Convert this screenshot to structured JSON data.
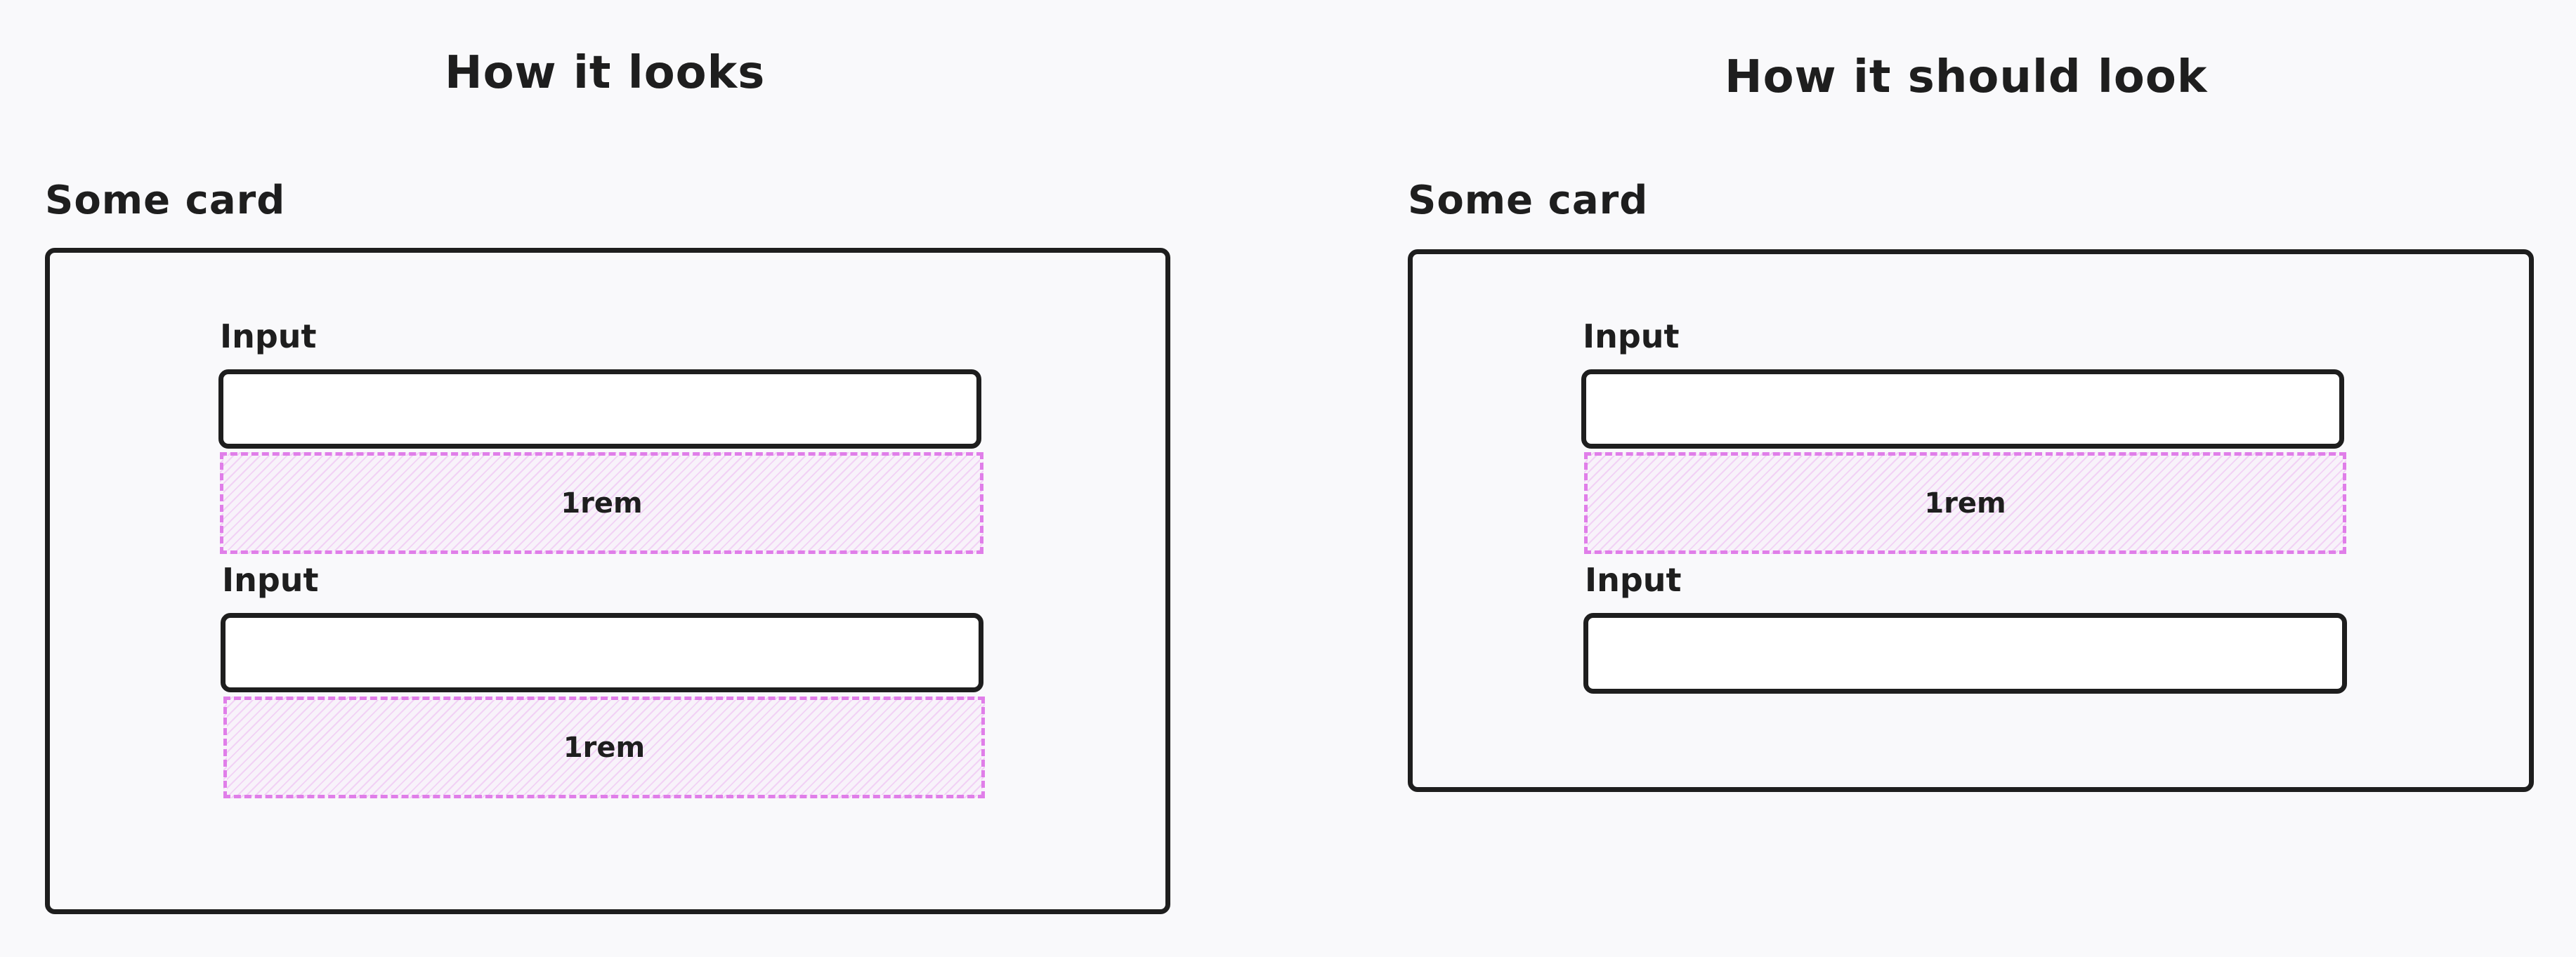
{
  "left_panel": {
    "heading": "How it looks",
    "card_title": "Some card",
    "fields": [
      {
        "label": "Input",
        "value": ""
      },
      {
        "label": "Input",
        "value": ""
      }
    ],
    "gaps": [
      "1rem",
      "1rem"
    ]
  },
  "right_panel": {
    "heading": "How it should look",
    "card_title": "Some card",
    "fields": [
      {
        "label": "Input",
        "value": ""
      },
      {
        "label": "Input",
        "value": ""
      }
    ],
    "gaps": [
      "1rem"
    ]
  },
  "colors": {
    "stroke": "#1e1e1e",
    "background": "#f9f9fb",
    "gap_highlight": "#e07ee9"
  }
}
